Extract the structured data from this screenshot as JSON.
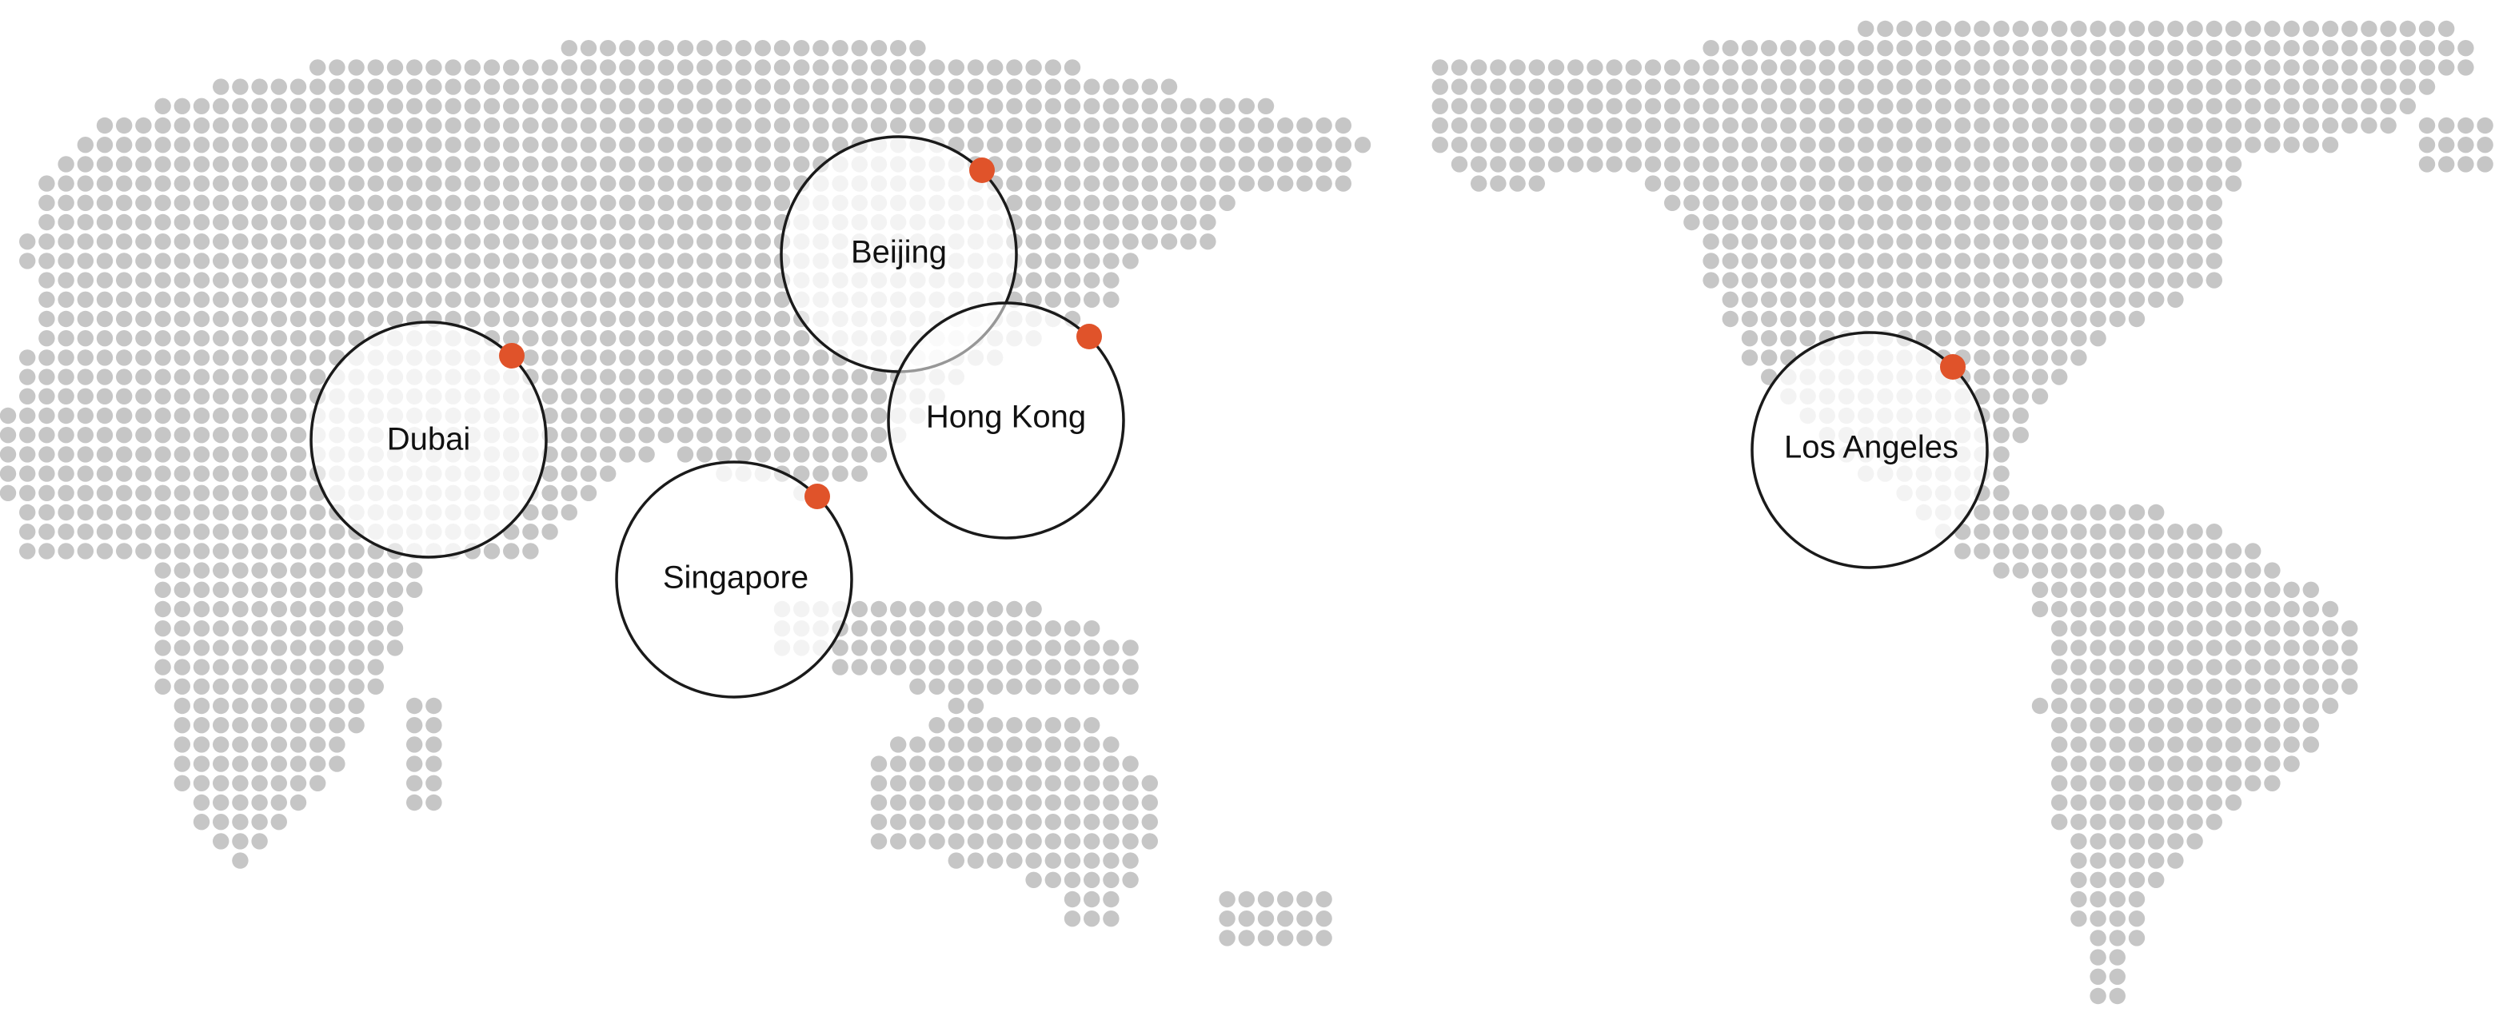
{
  "colors": {
    "land_dot": "#c6c6c6",
    "land_dot_in_circle": "#e4e4e4",
    "circle_stroke": "#1a1a1a",
    "marker": "#e0532a",
    "background": "#ffffff"
  },
  "cities": [
    {
      "id": "dubai",
      "name": "Dubai"
    },
    {
      "id": "beijing",
      "name": "Beijing"
    },
    {
      "id": "hong-kong",
      "name": "Hong Kong"
    },
    {
      "id": "singapore",
      "name": "Singapore"
    },
    {
      "id": "los-angeles",
      "name": "Los Angeles"
    }
  ]
}
